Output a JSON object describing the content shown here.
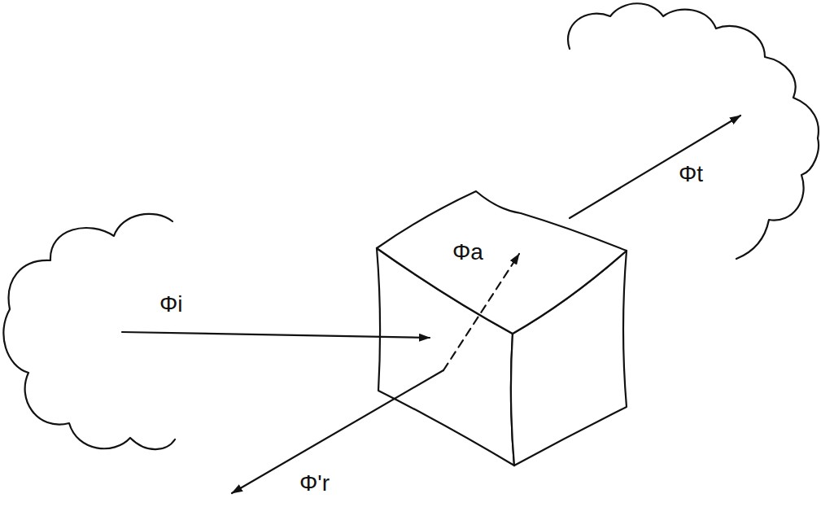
{
  "diagram": {
    "labels": [
      "Φi",
      "Φa",
      "Φt",
      "Φ'r"
    ]
  }
}
